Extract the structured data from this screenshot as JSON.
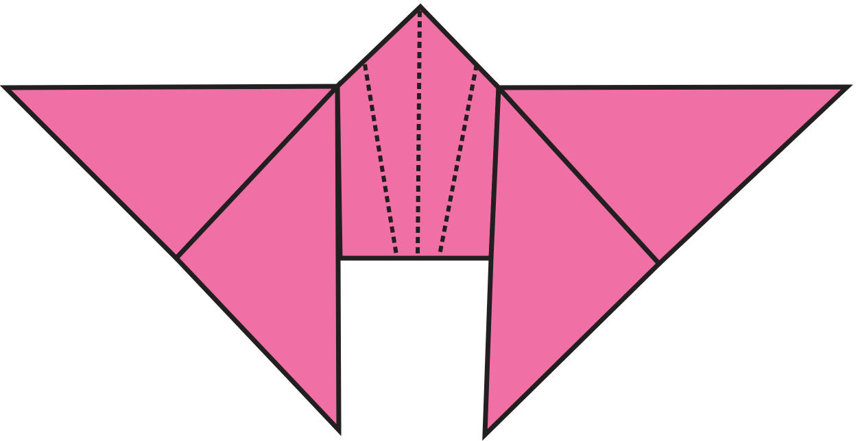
{
  "diagram": {
    "subject": "origami-fold-step",
    "colors": {
      "paper": "#f070a6",
      "outline": "#231f20",
      "background": "#ffffff"
    },
    "pieces": [
      "left-wing-upper-triangle",
      "left-wing-lower-triangle",
      "top-pentagon-flap",
      "right-wing-lower-triangle",
      "right-wing-upper-triangle"
    ],
    "fold_lines": {
      "style": "dashed",
      "count": 3
    }
  }
}
